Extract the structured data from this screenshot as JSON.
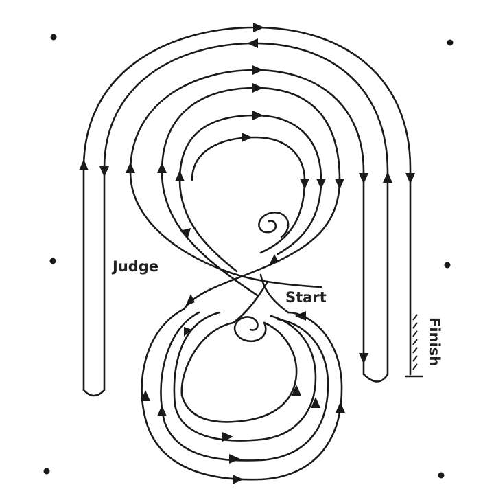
{
  "labels": {
    "judge": "Judge",
    "start": "Start",
    "finish": "Finish"
  },
  "colors": {
    "line": "#1a1a1a",
    "background": "#ffffff"
  },
  "icons": {
    "arrow": "arrowhead-icon",
    "marker": "corner-marker-icon"
  }
}
